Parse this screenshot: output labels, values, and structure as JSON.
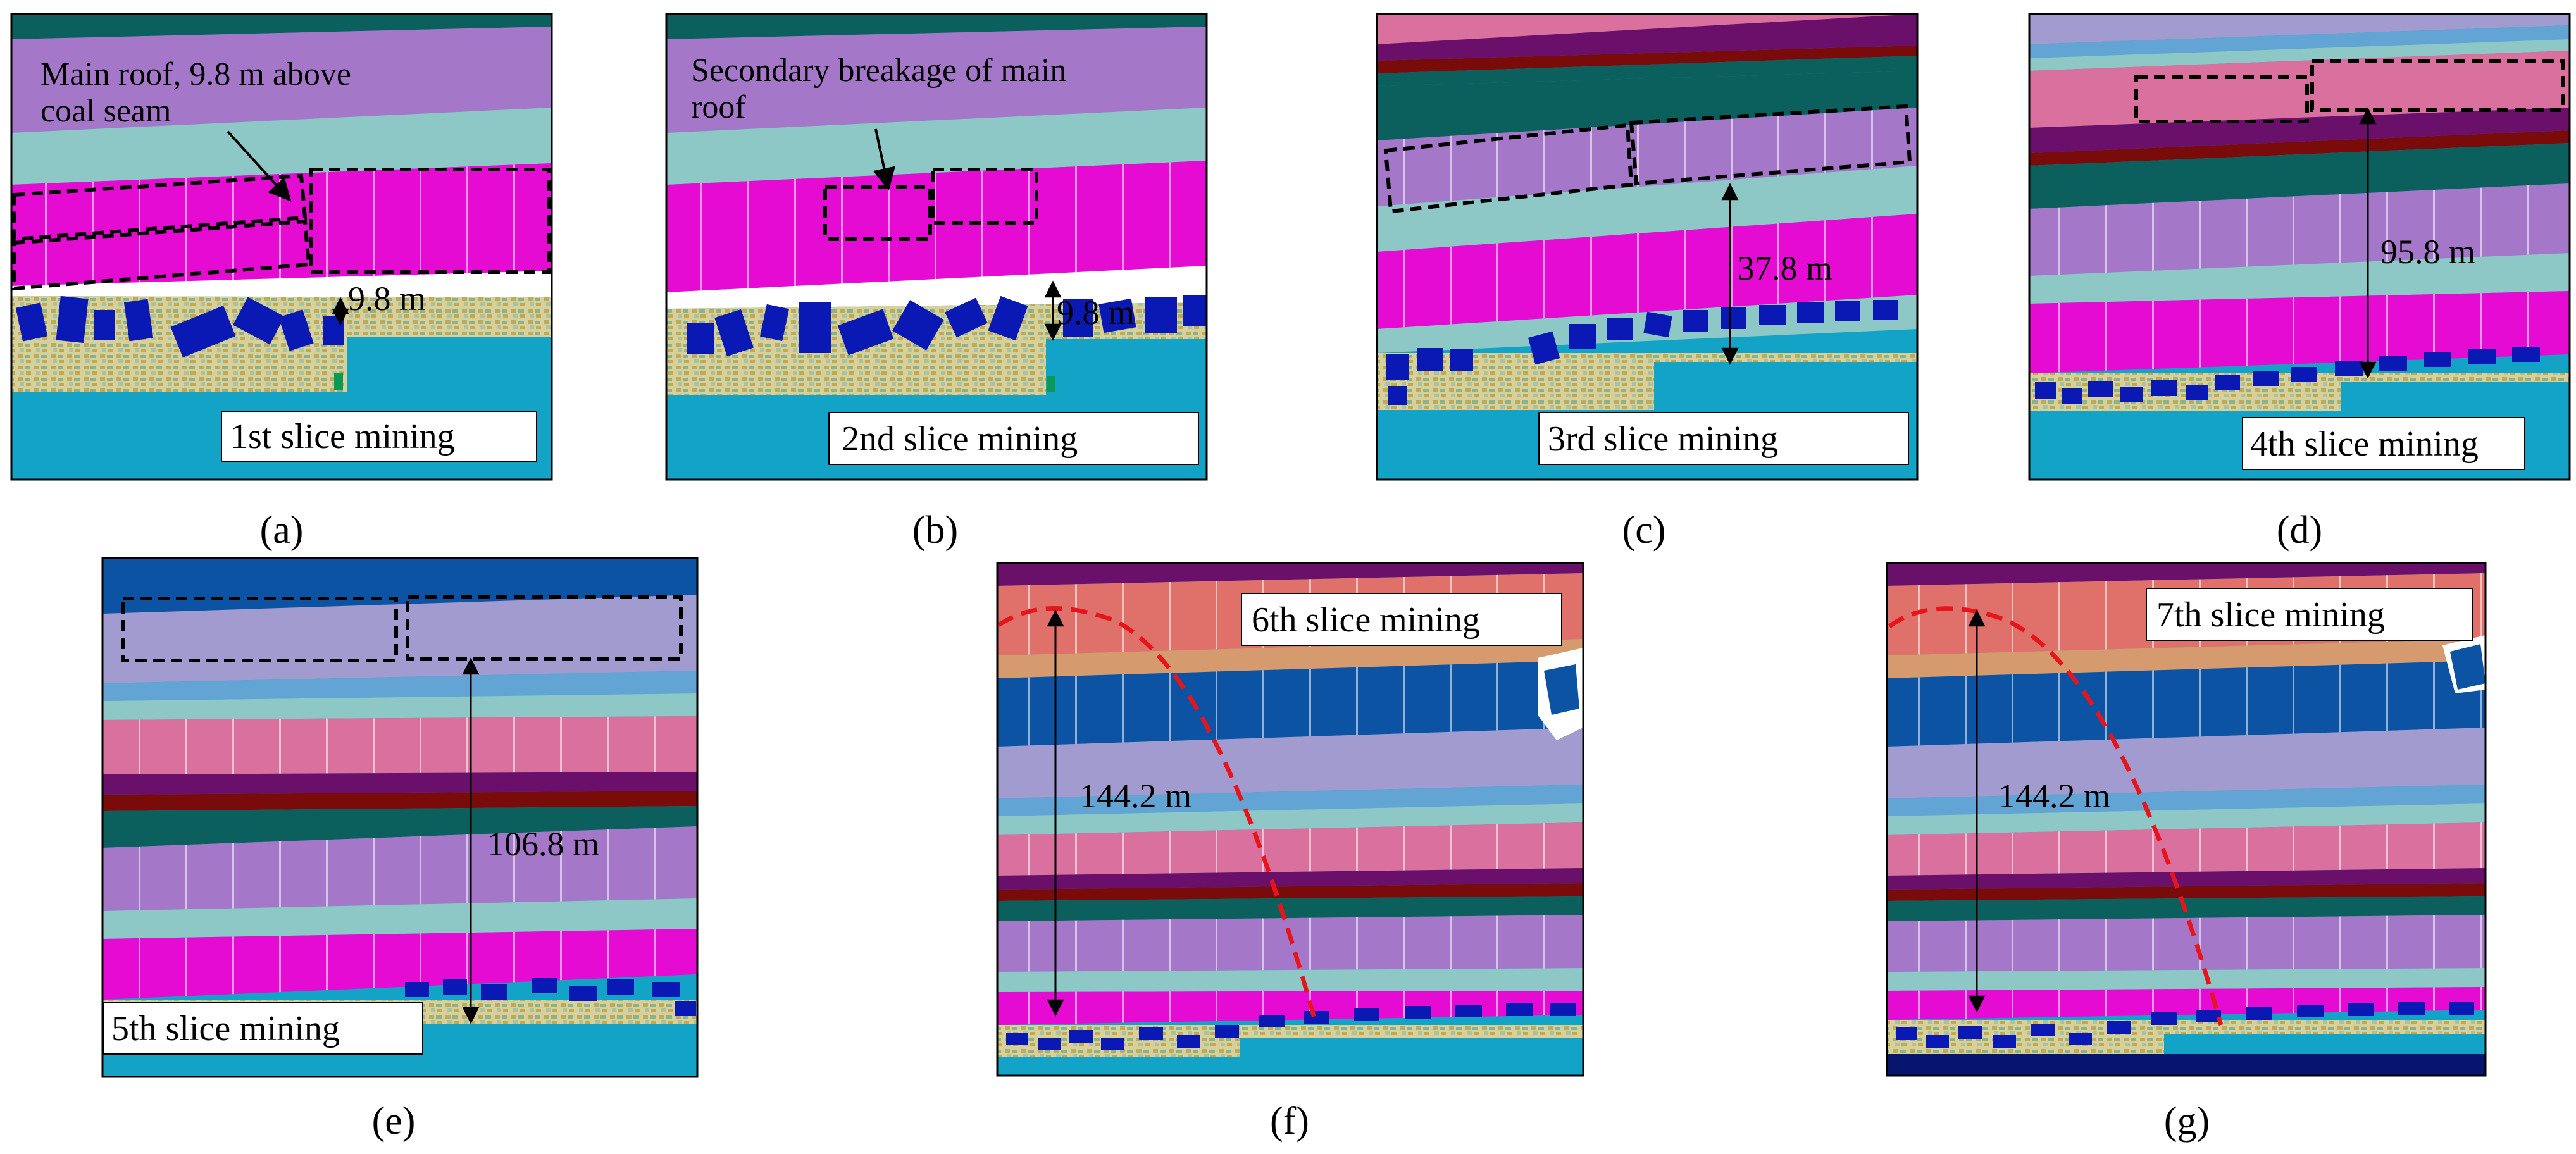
{
  "colors": {
    "teal_dark": "#0b5f5c",
    "violet": "#a577c9",
    "aqua_light": "#8ec8c6",
    "magenta": "#e60bd2",
    "pink_rose": "#d9709e",
    "purple_dark": "#6a0f6a",
    "maroon": "#7a0b0b",
    "blue_block": "#0a18b4",
    "blue_mid": "#0c53a3",
    "lavender": "#a19bd0",
    "sky": "#62a4d4",
    "salmon": "#e0716a",
    "tan": "#d59a6d",
    "cyan_floor": "#12a3c7",
    "navy": "#08156e",
    "green_coal": "#0b9a55",
    "rubble": "#c8be7a",
    "outline_box": "#000000",
    "arc": "#e8141c"
  },
  "panels": [
    {
      "letter": "(a)",
      "stage_label": "1st slice mining",
      "measure": "9.8 m",
      "annotation": "Main roof, 9.8 m above coal seam"
    },
    {
      "letter": "(b)",
      "stage_label": "2nd slice mining",
      "measure": "9.8 m",
      "annotation": "Secondary breakage of main roof"
    },
    {
      "letter": "(c)",
      "stage_label": "3rd slice mining",
      "measure": "37.8 m"
    },
    {
      "letter": "(d)",
      "stage_label": "4th slice mining",
      "measure": "95.8 m"
    },
    {
      "letter": "(e)",
      "stage_label": "5th slice mining",
      "measure": "106.8 m"
    },
    {
      "letter": "(f)",
      "stage_label": "6th slice mining",
      "measure": "144.2 m"
    },
    {
      "letter": "(g)",
      "stage_label": "7th slice mining",
      "measure": "144.2 m"
    }
  ]
}
